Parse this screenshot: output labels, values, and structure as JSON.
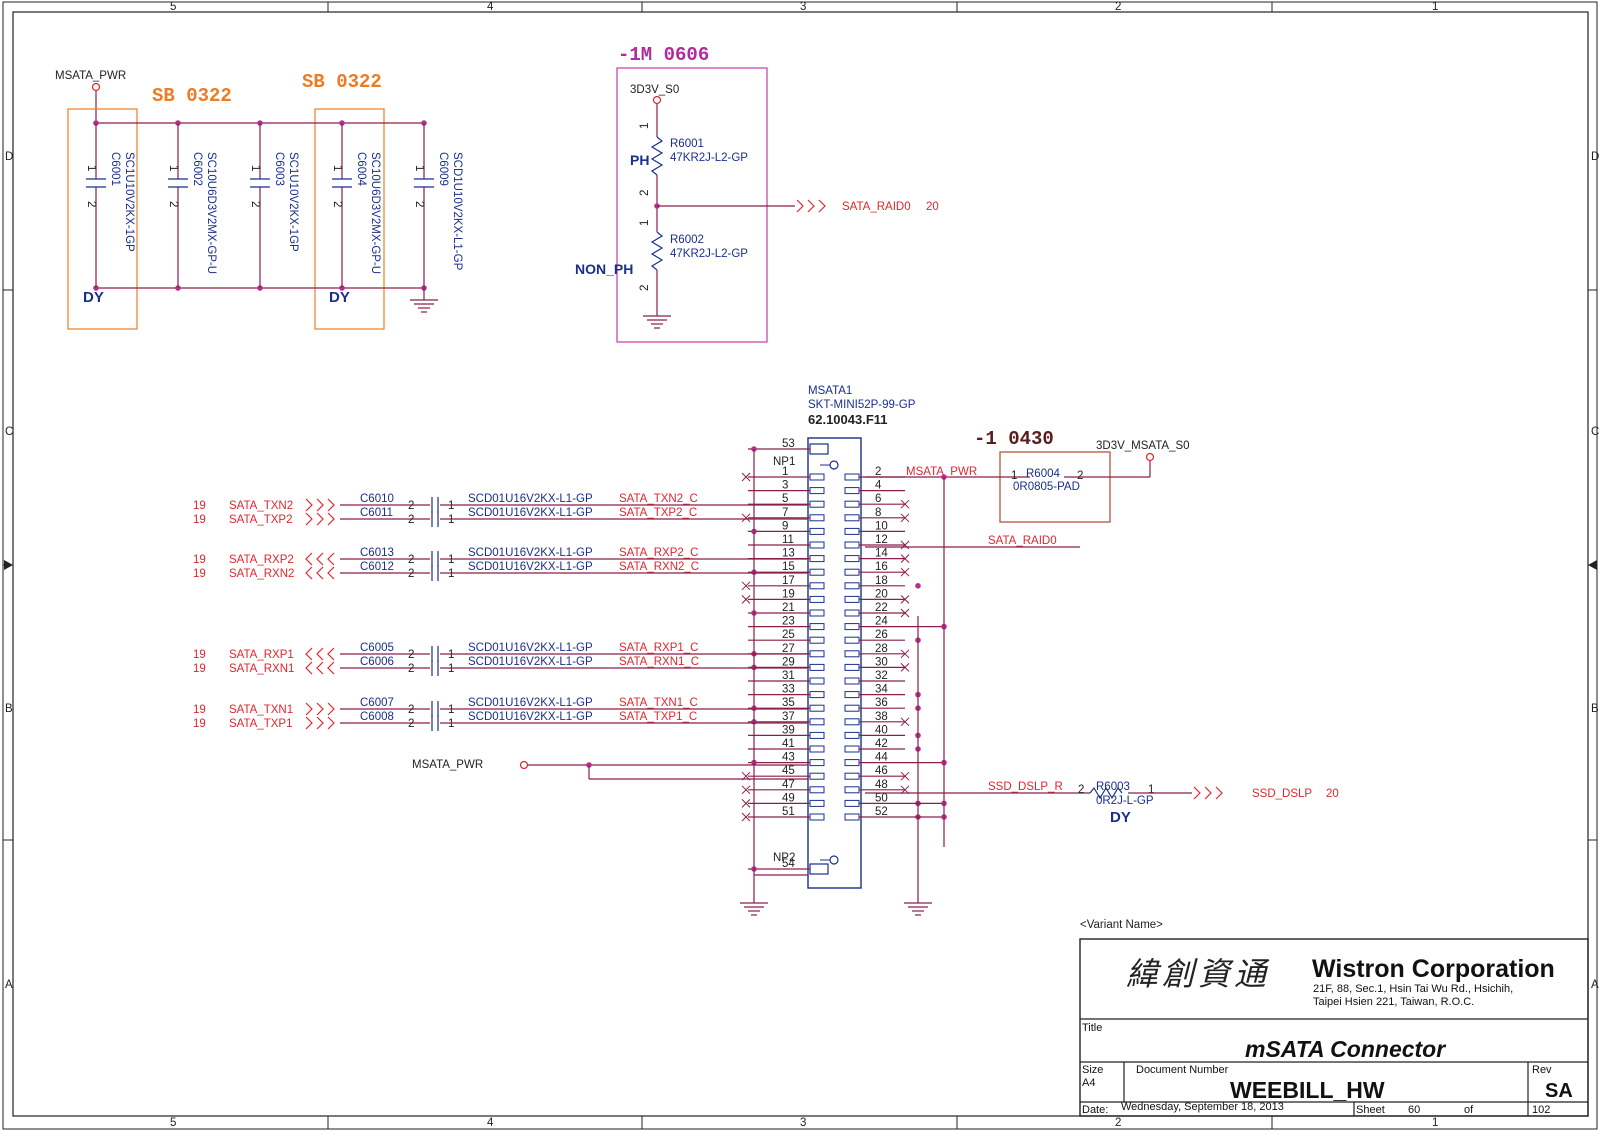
{
  "border": {
    "top_cols": [
      "5",
      "4",
      "3",
      "2",
      "1"
    ],
    "bottom_cols": [
      "5",
      "4",
      "3",
      "2",
      "1"
    ],
    "rows": [
      "D",
      "C",
      "B",
      "A"
    ]
  },
  "cap_section": {
    "net": "MSATA_PWR",
    "tags": [
      "SB 0322",
      "SB 0322"
    ],
    "dy": [
      "DY",
      "DY"
    ],
    "caps": [
      {
        "ref": "C6001",
        "part": "SC1U10V2KX-1GP"
      },
      {
        "ref": "C6002",
        "part": "SC10U6D3V2MX-GP-U"
      },
      {
        "ref": "C6003",
        "part": "SC1U10V2KX-1GP"
      },
      {
        "ref": "C6004",
        "part": "SC10U6D3V2MX-GP-U"
      },
      {
        "ref": "C6009",
        "part": "SCD1U10V2KX-L1-GP"
      }
    ],
    "pin1": "1",
    "pin2": "2"
  },
  "raid_section": {
    "tag": "-1M 0606",
    "power": "3D3V_S0",
    "ph": "PH",
    "non_ph": "NON_PH",
    "r1": {
      "ref": "R6001",
      "part": "47KR2J-L2-GP"
    },
    "r2": {
      "ref": "R6002",
      "part": "47KR2J-L2-GP"
    },
    "out_net": "SATA_RAID0",
    "out_page": "20",
    "pin1": "1",
    "pin2": "2"
  },
  "connector": {
    "ref": "MSATA1",
    "part": "SKT-MINI52P-99-GP",
    "number": "62.10043.F11",
    "np1": "NP1",
    "np2": "NP2",
    "left_pins": [
      "53",
      "1",
      "3",
      "5",
      "7",
      "9",
      "11",
      "13",
      "15",
      "17",
      "19",
      "21",
      "23",
      "25",
      "27",
      "29",
      "31",
      "33",
      "35",
      "37",
      "39",
      "41",
      "43",
      "45",
      "47",
      "49",
      "51",
      "54"
    ],
    "right_pins": [
      "2",
      "4",
      "6",
      "8",
      "10",
      "12",
      "14",
      "16",
      "18",
      "20",
      "22",
      "24",
      "26",
      "28",
      "30",
      "32",
      "34",
      "36",
      "38",
      "40",
      "42",
      "44",
      "46",
      "48",
      "50",
      "52"
    ]
  },
  "power_r": {
    "tag": "-1 0430",
    "power": "3D3V_MSATA_S0",
    "net": "MSATA_PWR",
    "ref": "R6004",
    "part": "0R0805-PAD",
    "pin1": "1",
    "pin2": "2"
  },
  "raid_net": "SATA_RAID0",
  "sata_pairs": [
    {
      "page": "19",
      "net": "SATA_TXN2",
      "cap": "C6010",
      "part": "SCD01U16V2KX-L1-GP",
      "cnet": "SATA_TXN2_C"
    },
    {
      "page": "19",
      "net": "SATA_TXP2",
      "cap": "C6011",
      "part": "SCD01U16V2KX-L1-GP",
      "cnet": "SATA_TXP2_C"
    },
    {
      "page": "19",
      "net": "SATA_RXP2",
      "cap": "C6013",
      "part": "SCD01U16V2KX-L1-GP",
      "cnet": "SATA_RXP2_C"
    },
    {
      "page": "19",
      "net": "SATA_RXN2",
      "cap": "C6012",
      "part": "SCD01U16V2KX-L1-GP",
      "cnet": "SATA_RXN2_C"
    },
    {
      "page": "19",
      "net": "SATA_RXP1",
      "cap": "C6005",
      "part": "SCD01U16V2KX-L1-GP",
      "cnet": "SATA_RXP1_C"
    },
    {
      "page": "19",
      "net": "SATA_RXN1",
      "cap": "C6006",
      "part": "SCD01U16V2KX-L1-GP",
      "cnet": "SATA_RXN1_C"
    },
    {
      "page": "19",
      "net": "SATA_TXN1",
      "cap": "C6007",
      "part": "SCD01U16V2KX-L1-GP",
      "cnet": "SATA_TXN1_C"
    },
    {
      "page": "19",
      "net": "SATA_TXP1",
      "cap": "C6008",
      "part": "SCD01U16V2KX-L1-GP",
      "cnet": "SATA_TXP1_C"
    }
  ],
  "msata_pwr_left": "MSATA_PWR",
  "dslp": {
    "net": "SSD_DSLP_R",
    "ref": "R6003",
    "part": "0R2J-L-GP",
    "dy": "DY",
    "out": "SSD_DSLP",
    "page": "20",
    "pin1": "1",
    "pin2": "2"
  },
  "title_block": {
    "variant": "<Variant Name>",
    "chinese": "緯創資通",
    "company": "Wistron Corporation",
    "addr1": "21F, 88, Sec.1, Hsin Tai Wu Rd., Hsichih,",
    "addr2": "Taipei Hsien 221, Taiwan, R.O.C.",
    "title_label": "Title",
    "title": "mSATA Connector",
    "size_label": "Size",
    "size": "A4",
    "docnum_label": "Document Number",
    "docnum": "WEEBILL_HW",
    "rev_label": "Rev",
    "rev": "SA",
    "date_label": "Date:",
    "date": "Wednesday, September 18, 2013",
    "sheet_label": "Sheet",
    "sheet": "60",
    "of_label": "of",
    "total": "102"
  },
  "colors": {
    "blue": "#1a2f8c",
    "red": "#e0262e",
    "orange": "#ef7b22",
    "magenta": "#b02c9e",
    "wire": "#8a1f4a"
  }
}
